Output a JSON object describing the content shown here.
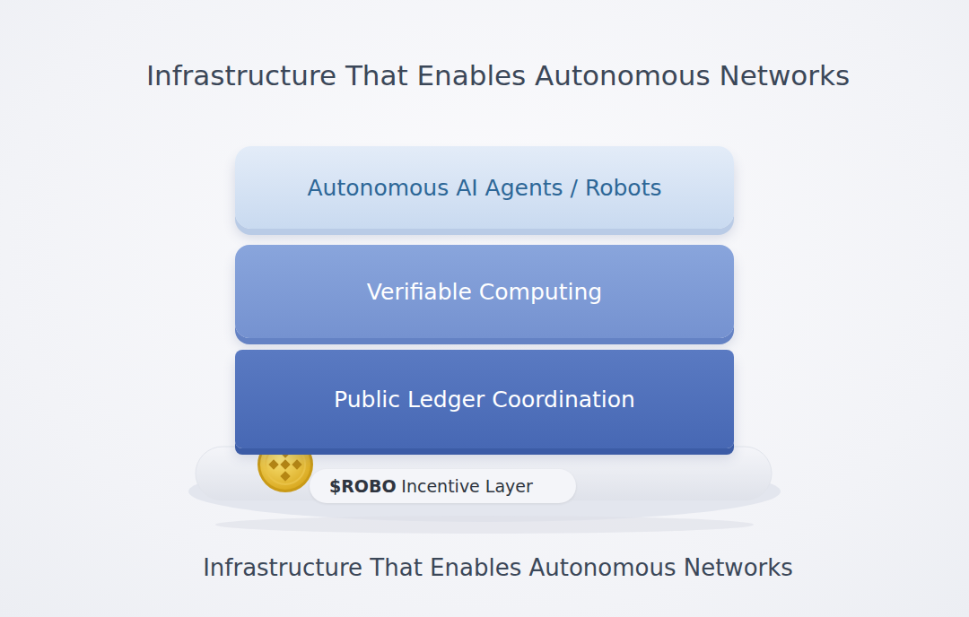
{
  "diagram": {
    "title": "Infrastructure That Enables Autonomous Networks",
    "caption": "Infrastructure That Enables Autonomous Networks",
    "nodes": [
      {
        "text": [
          "Autonomous AI Agents / Robots"
        ]
      },
      {
        "text": [
          "Verifiable Computing"
        ]
      },
      {
        "text": [
          "Public Ledger Coordination"
        ]
      },
      {
        "text": [
          "$ROBO",
          "Incentive Layer"
        ]
      }
    ]
  }
}
